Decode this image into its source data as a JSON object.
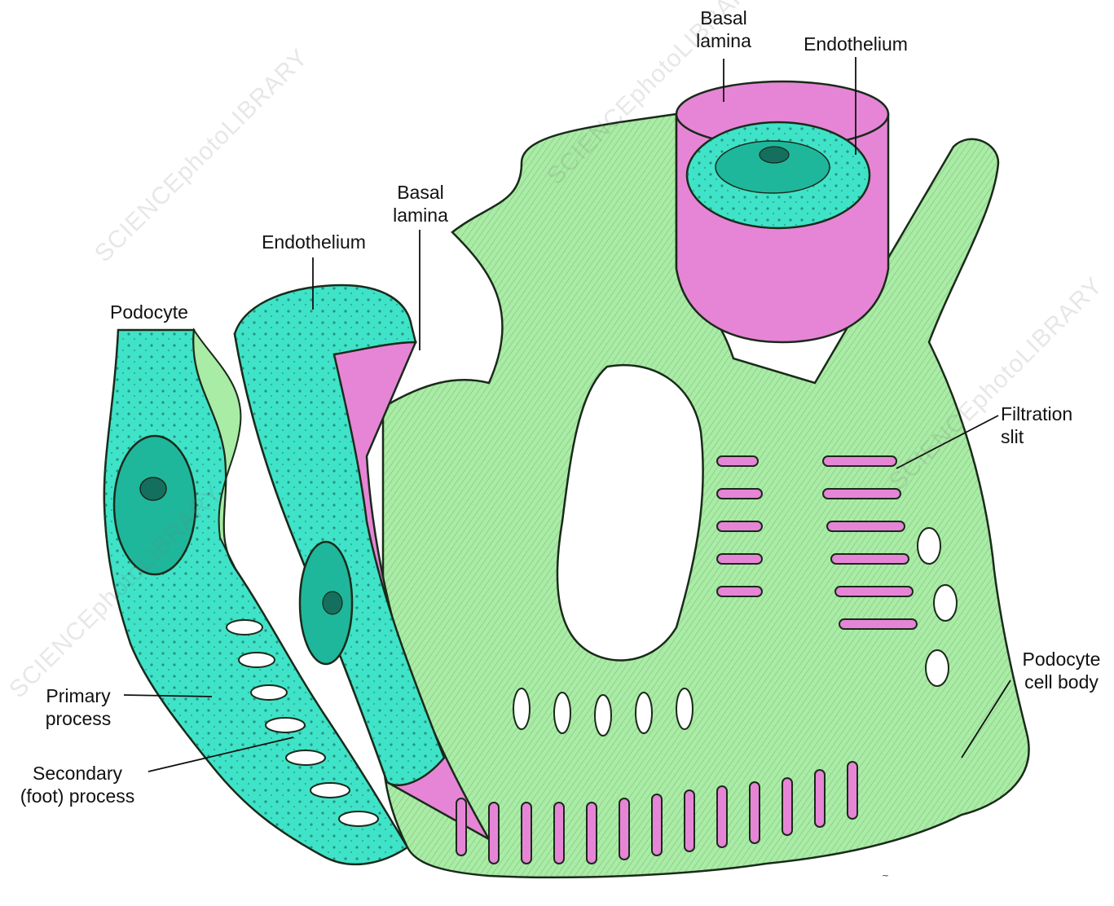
{
  "labels": {
    "basal_lamina_top": "Basal\nlamina",
    "endothelium_top": "Endothelium",
    "basal_lamina_mid": "Basal\nlamina",
    "endothelium_mid": "Endothelium",
    "podocyte": "Podocyte",
    "filtration_slit": "Filtration\nslit",
    "podocyte_cell_body": "Podocyte\ncell body",
    "primary_process": "Primary\nprocess",
    "secondary_process": "Secondary\n(foot) process"
  },
  "watermark": "SCIENCEphotoLIBRARY",
  "colors": {
    "podocyte_green": "#a9eca5",
    "endothelium_cyan": "#3fe3c8",
    "basal_lamina_pink": "#e685d6",
    "nucleus_teal": "#1fb79c",
    "ink": "#1a2a1a"
  }
}
